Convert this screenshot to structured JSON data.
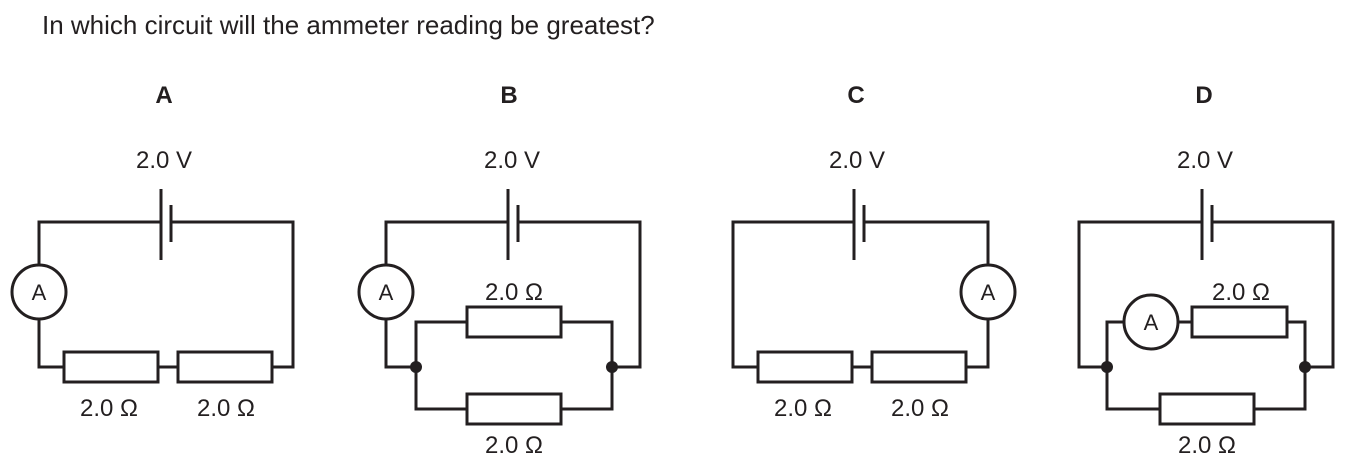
{
  "question": "In which circuit will the ammeter reading be greatest?",
  "circuits": [
    {
      "letter": "A",
      "voltage": "2.0 V",
      "ammeter": "A",
      "resistors": [
        "2.0 Ω",
        "2.0 Ω"
      ]
    },
    {
      "letter": "B",
      "voltage": "2.0 V",
      "ammeter": "A",
      "resistors": [
        "2.0 Ω",
        "2.0 Ω"
      ]
    },
    {
      "letter": "C",
      "voltage": "2.0 V",
      "ammeter": "A",
      "resistors": [
        "2.0 Ω",
        "2.0 Ω"
      ]
    },
    {
      "letter": "D",
      "voltage": "2.0 V",
      "ammeter": "A",
      "resistors": [
        "2.0 Ω",
        "2.0 Ω"
      ]
    }
  ]
}
